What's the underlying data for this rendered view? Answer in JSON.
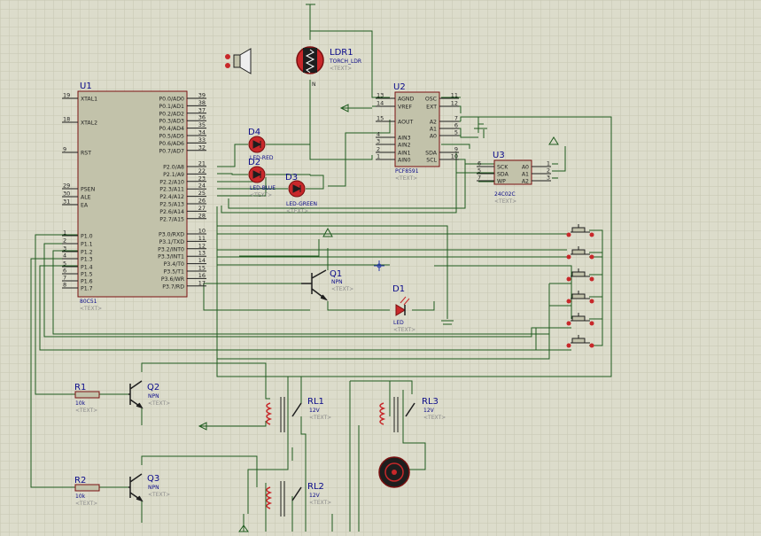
{
  "colors": {
    "background": "#dcdccb",
    "grid": "#c6c6b2",
    "wire": "#1e5a1e",
    "body": "#c2c2aa",
    "outline": "#7a1010",
    "red": "#c8282a",
    "text": "#0a0a8a",
    "pin": "#1e1e1e",
    "sub": "#8a8a8a"
  },
  "u1": {
    "ref": "U1",
    "part": "80C51",
    "left_pins": [
      {
        "n": "19",
        "l": "XTAL1"
      },
      {
        "n": "18",
        "l": "XTAL2"
      },
      {
        "n": "9",
        "l": "RST"
      },
      {
        "n": "29",
        "l": "PSEN"
      },
      {
        "n": "30",
        "l": "ALE"
      },
      {
        "n": "31",
        "l": "EA"
      },
      {
        "n": "1",
        "l": "P1.0"
      },
      {
        "n": "2",
        "l": "P1.1"
      },
      {
        "n": "3",
        "l": "P1.2"
      },
      {
        "n": "4",
        "l": "P1.3"
      },
      {
        "n": "5",
        "l": "P1.4"
      },
      {
        "n": "6",
        "l": "P1.5"
      },
      {
        "n": "7",
        "l": "P1.6"
      },
      {
        "n": "8",
        "l": "P1.7"
      }
    ],
    "right_pins": [
      {
        "n": "39",
        "l": "P0.0/AD0"
      },
      {
        "n": "38",
        "l": "P0.1/AD1"
      },
      {
        "n": "37",
        "l": "P0.2/AD2"
      },
      {
        "n": "36",
        "l": "P0.3/AD3"
      },
      {
        "n": "35",
        "l": "P0.4/AD4"
      },
      {
        "n": "34",
        "l": "P0.5/AD5"
      },
      {
        "n": "33",
        "l": "P0.6/AD6"
      },
      {
        "n": "32",
        "l": "P0.7/AD7"
      },
      {
        "n": "21",
        "l": "P2.0/A8"
      },
      {
        "n": "22",
        "l": "P2.1/A9"
      },
      {
        "n": "23",
        "l": "P2.2/A10"
      },
      {
        "n": "24",
        "l": "P2.3/A11"
      },
      {
        "n": "25",
        "l": "P2.4/A12"
      },
      {
        "n": "26",
        "l": "P2.5/A13"
      },
      {
        "n": "27",
        "l": "P2.6/A14"
      },
      {
        "n": "28",
        "l": "P2.7/A15"
      },
      {
        "n": "10",
        "l": "P3.0/RXD"
      },
      {
        "n": "11",
        "l": "P3.1/TXD"
      },
      {
        "n": "12",
        "l": "P3.2/INT0"
      },
      {
        "n": "13",
        "l": "P3.3/INT1"
      },
      {
        "n": "14",
        "l": "P3.4/T0"
      },
      {
        "n": "15",
        "l": "P3.5/T1"
      },
      {
        "n": "16",
        "l": "P3.6/WR"
      },
      {
        "n": "17",
        "l": "P3.7/RD"
      }
    ]
  },
  "u2": {
    "ref": "U2",
    "part": "PCF8591",
    "left_pins": [
      {
        "n": "13",
        "l": "AGND"
      },
      {
        "n": "14",
        "l": "VREF"
      },
      {
        "n": "15",
        "l": "AOUT"
      },
      {
        "n": "4",
        "l": "AIN3"
      },
      {
        "n": "3",
        "l": "AIN2"
      },
      {
        "n": "2",
        "l": "AIN1"
      },
      {
        "n": "1",
        "l": "AIN0"
      }
    ],
    "right_pins": [
      {
        "n": "11",
        "l": "OSC"
      },
      {
        "n": "12",
        "l": "EXT"
      },
      {
        "n": "7",
        "l": "A2"
      },
      {
        "n": "6",
        "l": "A1"
      },
      {
        "n": "5",
        "l": "A0"
      },
      {
        "n": "9",
        "l": "SDA"
      },
      {
        "n": "10",
        "l": "SCL"
      }
    ]
  },
  "u3": {
    "ref": "U3",
    "part": "24C02C",
    "left_pins": [
      {
        "n": "6",
        "l": "SCK"
      },
      {
        "n": "5",
        "l": "SDA"
      },
      {
        "n": "7",
        "l": "WP"
      }
    ],
    "right_pins": [
      {
        "n": "1",
        "l": "A0"
      },
      {
        "n": "2",
        "l": "A1"
      },
      {
        "n": "3",
        "l": "A2"
      }
    ]
  },
  "ldr": {
    "ref": "LDR1",
    "part": "TORCH_LDR"
  },
  "leds": [
    {
      "ref": "D4",
      "part": "LED-RED"
    },
    {
      "ref": "D2",
      "part": "LED-BLUE"
    },
    {
      "ref": "D3",
      "part": "LED-GREEN"
    }
  ],
  "d1": {
    "ref": "D1",
    "part": "LED"
  },
  "q1": {
    "ref": "Q1",
    "part": "NPN"
  },
  "q2": {
    "ref": "Q2",
    "part": "NPN"
  },
  "q3": {
    "ref": "Q3",
    "part": "NPN"
  },
  "r1": {
    "ref": "R1",
    "value": "10k"
  },
  "r2": {
    "ref": "R2",
    "value": "10k"
  },
  "relays": [
    {
      "ref": "RL1",
      "value": "12V"
    },
    {
      "ref": "RL2",
      "value": "12V"
    },
    {
      "ref": "RL3",
      "value": "12V"
    }
  ],
  "text_placeholder": "<TEXT>"
}
